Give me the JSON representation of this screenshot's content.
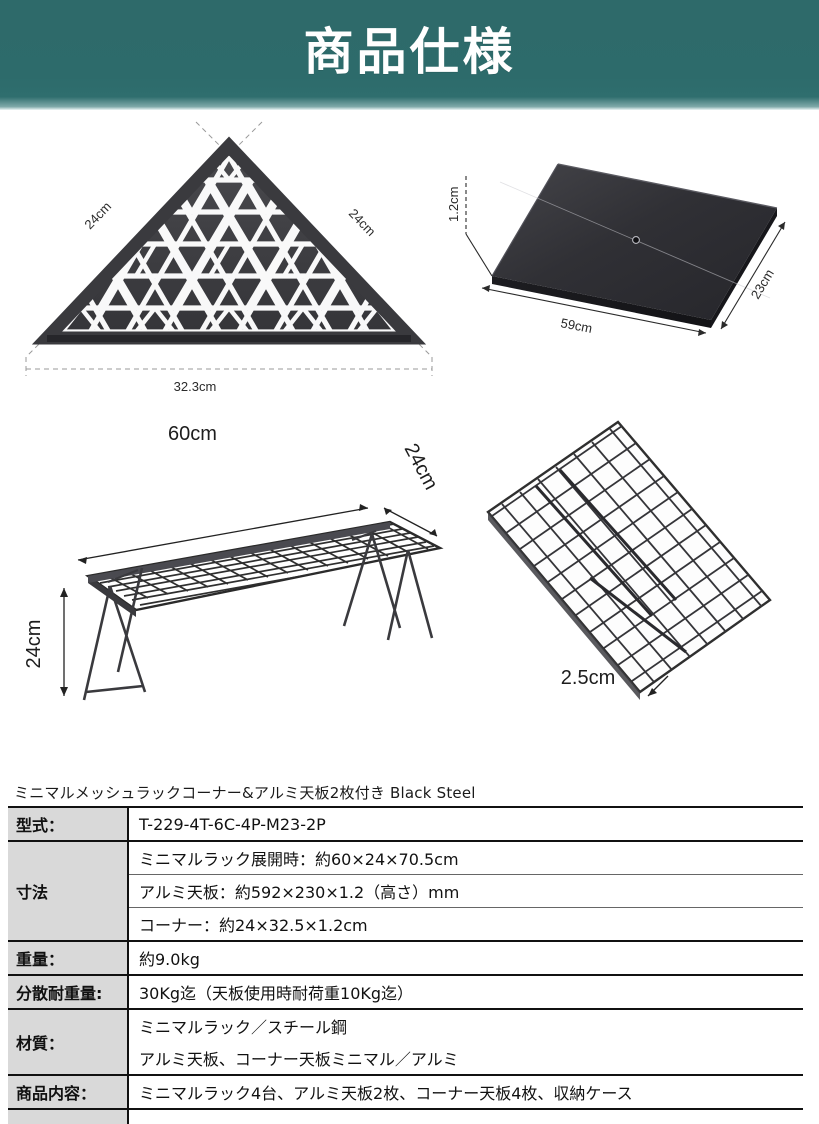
{
  "header": {
    "title": "商品仕様"
  },
  "diagrams": {
    "corner_plate": {
      "name": "corner-triangle-plate",
      "dims": {
        "left_edge": "24cm",
        "right_edge": "24cm",
        "base": "32.3cm"
      }
    },
    "aluminum_panel": {
      "name": "aluminum-top-panel",
      "dims": {
        "length": "59cm",
        "depth": "23cm",
        "thickness": "1.2cm"
      }
    },
    "mesh_rack": {
      "name": "mesh-rack-assembled",
      "dims": {
        "width": "60cm",
        "depth": "24cm",
        "height": "24cm"
      }
    },
    "folded_rack": {
      "name": "mesh-rack-folded",
      "dims": {
        "thickness": "2.5cm"
      }
    }
  },
  "product": {
    "title": "ミニマルメッシュラックコーナー&アルミ天板2枚付き Black Steel"
  },
  "spec_table": {
    "rows": [
      {
        "label": "型式：",
        "values": [
          "T-229-4T-6C-4P-M23-2P"
        ]
      },
      {
        "label": "寸法",
        "values": [
          "ミニマルラック展開時：約60×24×70.5cm",
          "アルミ天板：約592×230×1.2（高さ）mm",
          "コーナー：約24×32.5×1.2cm"
        ]
      },
      {
        "label": "重量：",
        "values": [
          "約9.0kg"
        ]
      },
      {
        "label": "分散耐重量:",
        "values": [
          "30Kg迄（天板使用時耐荷重10Kg迄）"
        ]
      },
      {
        "label": "材質：",
        "values": [
          "ミニマルラック／スチール鋼",
          "アルミ天板、コーナー天板ミニマル／アルミ"
        ]
      },
      {
        "label": "商品内容：",
        "values": [
          "ミニマルラック4台、アルミ天板2枚、コーナー天板4枚、収納ケース"
        ]
      }
    ]
  },
  "colors": {
    "banner_teal": "#2d6b6b",
    "label_cell_gray": "#d9d9d9",
    "product_dark": "#3a3a3c"
  }
}
